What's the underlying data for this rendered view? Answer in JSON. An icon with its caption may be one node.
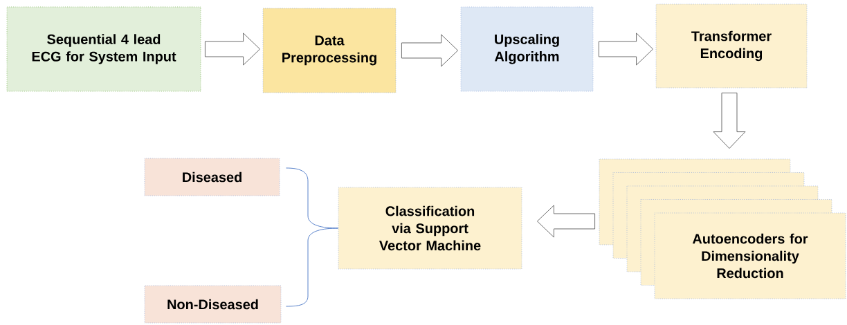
{
  "diagram": {
    "nodes": [
      {
        "text": [
          "Sequential 4 lead ECG for System Input"
        ]
      },
      {
        "text": [
          "Data Preprocessing"
        ]
      },
      {
        "text": [
          "Upscaling Algorithm"
        ]
      },
      {
        "text": [
          "Transformer Encoding"
        ]
      },
      {
        "text": [
          "Autoencoders for Dimensionality Reduction"
        ]
      },
      {
        "text": [
          "Classification via Support Vector Machine"
        ]
      },
      {
        "text": [
          "Diseased"
        ]
      },
      {
        "text": [
          "Non-Diseased"
        ]
      }
    ],
    "edges": [
      {
        "from": 0,
        "to": 1,
        "arrow": "to"
      },
      {
        "from": 1,
        "to": 2,
        "arrow": "to"
      },
      {
        "from": 2,
        "to": 3,
        "arrow": "to"
      },
      {
        "from": 3,
        "to": 4,
        "arrow": "to"
      },
      {
        "from": 4,
        "to": 5,
        "arrow": "to"
      },
      {
        "from": 5,
        "to": 6,
        "arrow": "none",
        "color": "#4472c4"
      },
      {
        "from": 5,
        "to": 7,
        "arrow": "none",
        "color": "#4472c4"
      }
    ]
  }
}
